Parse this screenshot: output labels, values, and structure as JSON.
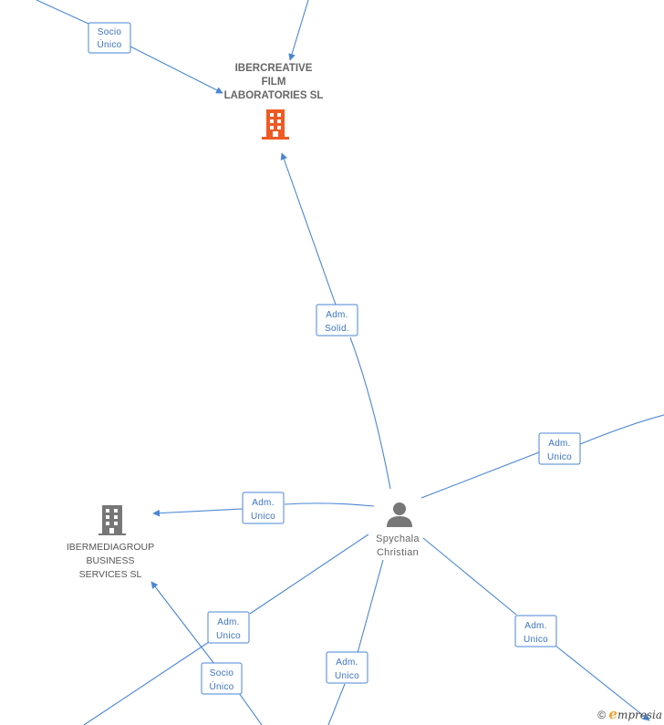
{
  "nodes": {
    "company_main": {
      "lines": [
        "IBERCREATIVE",
        "FILM",
        "LABORATORIES SL"
      ],
      "icon": "building-icon",
      "color": "#ee5a24"
    },
    "company_secondary": {
      "lines": [
        "IBERMEDIAGROUP",
        "BUSINESS",
        "SERVICES SL"
      ],
      "icon": "building-icon",
      "color": "#777777"
    },
    "person": {
      "lines": [
        "Spychala",
        "Christian"
      ],
      "icon": "person-icon",
      "color": "#777777"
    }
  },
  "edge_labels": [
    {
      "id": "socio-top",
      "lines": [
        "Socio",
        "Único"
      ]
    },
    {
      "id": "adm-solid",
      "lines": [
        "Adm.",
        "Solid."
      ]
    },
    {
      "id": "adm-right-top",
      "lines": [
        "Adm.",
        "Unico"
      ]
    },
    {
      "id": "adm-left",
      "lines": [
        "Adm.",
        "Unico"
      ]
    },
    {
      "id": "adm-bottom-left",
      "lines": [
        "Adm.",
        "Unico"
      ]
    },
    {
      "id": "socio-bottom",
      "lines": [
        "Socio",
        "Único"
      ]
    },
    {
      "id": "adm-bottom-mid",
      "lines": [
        "Adm.",
        "Unico"
      ]
    },
    {
      "id": "adm-bottom-right",
      "lines": [
        "Adm.",
        "Unico"
      ]
    }
  ],
  "watermark": {
    "symbol": "©",
    "brand_initial": "e",
    "brand_rest": "mpresia"
  },
  "colors": {
    "edge": "#4a86d4",
    "edge_text": "#3a72c4"
  }
}
